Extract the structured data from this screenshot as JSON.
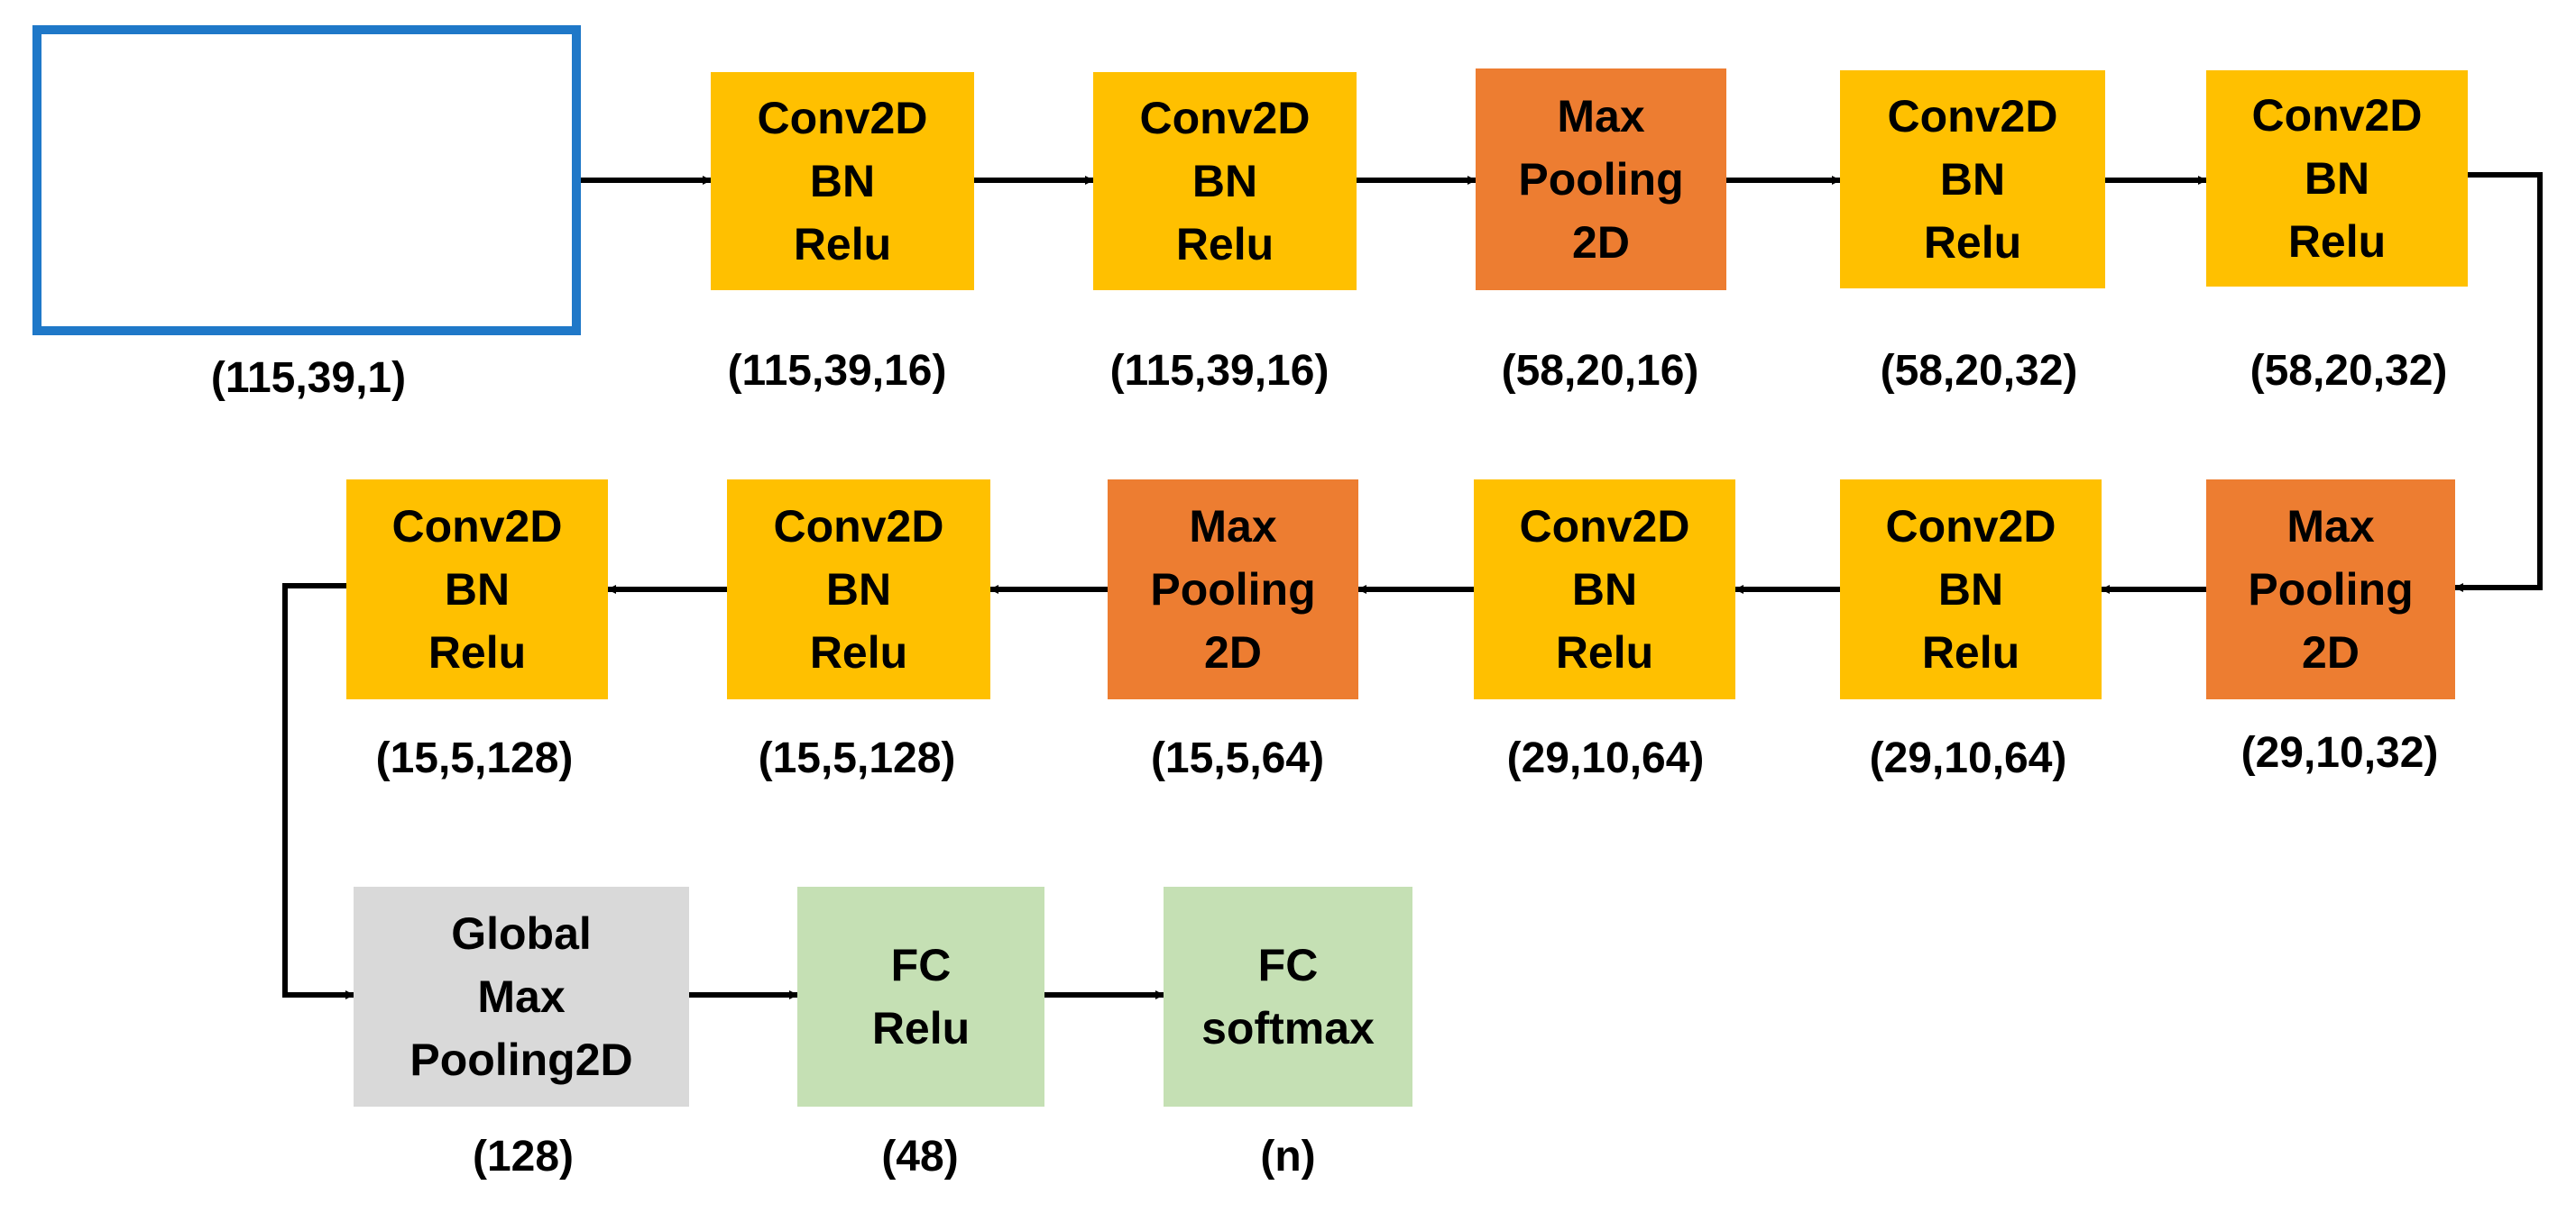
{
  "input": {
    "shape": "(115,39,1)"
  },
  "layers": [
    {
      "id": "b1",
      "lines": [
        "Conv2D",
        "BN",
        "Relu"
      ],
      "shape": "(115,39,16)",
      "color": "#ffc000"
    },
    {
      "id": "b2",
      "lines": [
        "Conv2D",
        "BN",
        "Relu"
      ],
      "shape": "(115,39,16)",
      "color": "#ffc000"
    },
    {
      "id": "b3",
      "lines": [
        "Max",
        "Pooling",
        "2D"
      ],
      "shape": "(58,20,16)",
      "color": "#ed7d31"
    },
    {
      "id": "b4",
      "lines": [
        "Conv2D",
        "BN",
        "Relu"
      ],
      "shape": "(58,20,32)",
      "color": "#ffc000"
    },
    {
      "id": "b5",
      "lines": [
        "Conv2D",
        "BN",
        "Relu"
      ],
      "shape": "(58,20,32)",
      "color": "#ffc000"
    },
    {
      "id": "b6",
      "lines": [
        "Max",
        "Pooling",
        "2D"
      ],
      "shape": "(29,10,32)",
      "color": "#ed7d31"
    },
    {
      "id": "b7",
      "lines": [
        "Conv2D",
        "BN",
        "Relu"
      ],
      "shape": "(29,10,64)",
      "color": "#ffc000"
    },
    {
      "id": "b8",
      "lines": [
        "Conv2D",
        "BN",
        "Relu"
      ],
      "shape": "(29,10,64)",
      "color": "#ffc000"
    },
    {
      "id": "b9",
      "lines": [
        "Max",
        "Pooling",
        "2D"
      ],
      "shape": "(15,5,64)",
      "color": "#ed7d31"
    },
    {
      "id": "b10",
      "lines": [
        "Conv2D",
        "BN",
        "Relu"
      ],
      "shape": "(15,5,128)",
      "color": "#ffc000"
    },
    {
      "id": "b11",
      "lines": [
        "Conv2D",
        "BN",
        "Relu"
      ],
      "shape": "(15,5,128)",
      "color": "#ffc000"
    },
    {
      "id": "b12",
      "lines": [
        "Global",
        "Max",
        "Pooling2D"
      ],
      "shape": "(128)",
      "color": "#d9d9d9"
    },
    {
      "id": "b13",
      "lines": [
        "FC",
        "Relu"
      ],
      "shape": "(48)",
      "color": "#c5e0b4"
    },
    {
      "id": "b14",
      "lines": [
        "FC",
        "softmax"
      ],
      "shape": "(n)",
      "color": "#c5e0b4"
    }
  ],
  "colors": {
    "frame": "#1f78c8",
    "signal": "#1f1f8f",
    "arrow": "#000000"
  }
}
